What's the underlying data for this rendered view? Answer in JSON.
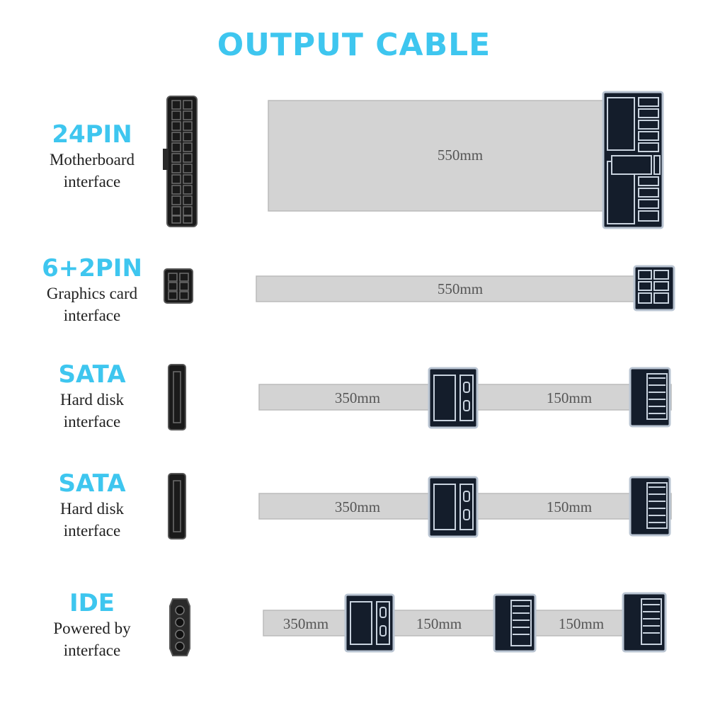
{
  "title": "OUTPUT CABLE",
  "colors": {
    "accent": "#3ec6ef",
    "connector": "#141d2b",
    "cable": "#d3d3d3"
  },
  "cables": [
    {
      "name": "24PIN",
      "desc_line1": "Motherboard",
      "desc_line2": "interface",
      "lengths": [
        "550mm"
      ]
    },
    {
      "name": "6+2PIN",
      "desc_line1": "Graphics card",
      "desc_line2": "interface",
      "lengths": [
        "550mm"
      ]
    },
    {
      "name": "SATA",
      "desc_line1": "Hard disk",
      "desc_line2": "interface",
      "lengths": [
        "350mm",
        "150mm"
      ]
    },
    {
      "name": "SATA",
      "desc_line1": "Hard disk",
      "desc_line2": "interface",
      "lengths": [
        "350mm",
        "150mm"
      ]
    },
    {
      "name": "IDE",
      "desc_line1": "Powered by",
      "desc_line2": "interface",
      "lengths": [
        "350mm",
        "150mm",
        "150mm"
      ]
    }
  ]
}
